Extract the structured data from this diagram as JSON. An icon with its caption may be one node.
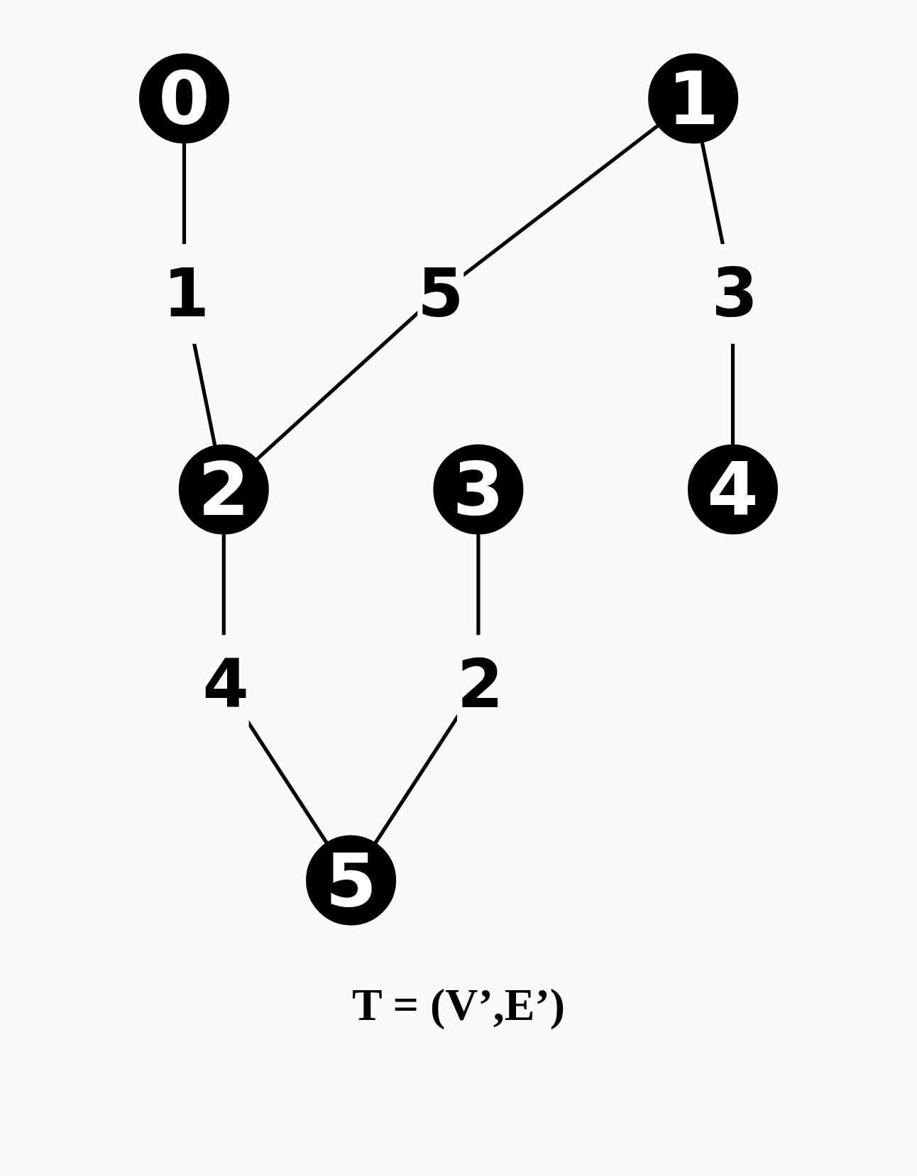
{
  "diagram": {
    "caption": "T = (V’,E’)",
    "nodes": [
      {
        "text": [
          "0"
        ]
      },
      {
        "text": [
          "1"
        ]
      },
      {
        "text": [
          "2"
        ]
      },
      {
        "text": [
          "3"
        ]
      },
      {
        "text": [
          "4"
        ]
      },
      {
        "text": [
          "5"
        ]
      }
    ],
    "edges": [
      {
        "from": 0,
        "to": 2,
        "arrow": "none",
        "label": "1"
      },
      {
        "from": 1,
        "to": 2,
        "arrow": "none",
        "label": "5"
      },
      {
        "from": 1,
        "to": 4,
        "arrow": "none",
        "label": "3"
      },
      {
        "from": 2,
        "to": 5,
        "arrow": "none",
        "label": "4"
      },
      {
        "from": 3,
        "to": 5,
        "arrow": "none",
        "label": "2"
      }
    ]
  }
}
